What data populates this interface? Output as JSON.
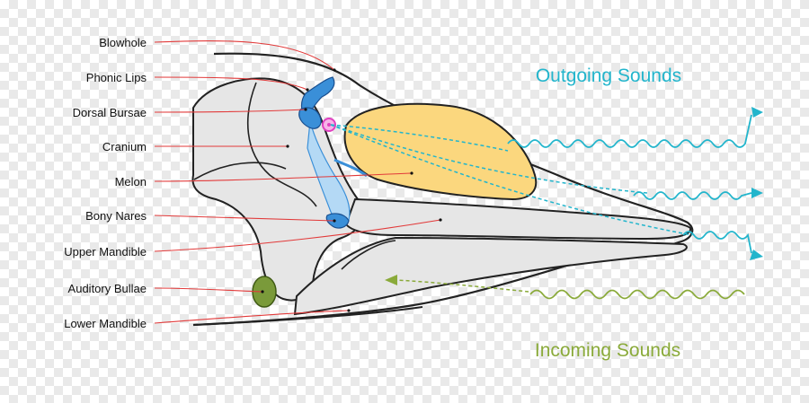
{
  "labels": {
    "blowhole": "Blowhole",
    "phonic_lips": "Phonic Lips",
    "dorsal_bursae": "Dorsal Bursae",
    "cranium": "Cranium",
    "melon": "Melon",
    "bony_nares": "Bony Nares",
    "upper_mandible": "Upper Mandible",
    "auditory_bullae": "Auditory Bullae",
    "lower_mandible": "Lower Mandible"
  },
  "sounds": {
    "outgoing": "Outgoing Sounds",
    "incoming": "Incoming Sounds"
  },
  "colors": {
    "outgoing": "#22b5cc",
    "incoming": "#8aaa3a",
    "leader": "#e23a3a",
    "bone": "#e6e6e6",
    "melon": "#fbd77e",
    "nasal": "#3a8fd8",
    "nasal_light": "#b4d9f5",
    "bullae": "#7a9a3a",
    "lips": "#e040c0"
  }
}
